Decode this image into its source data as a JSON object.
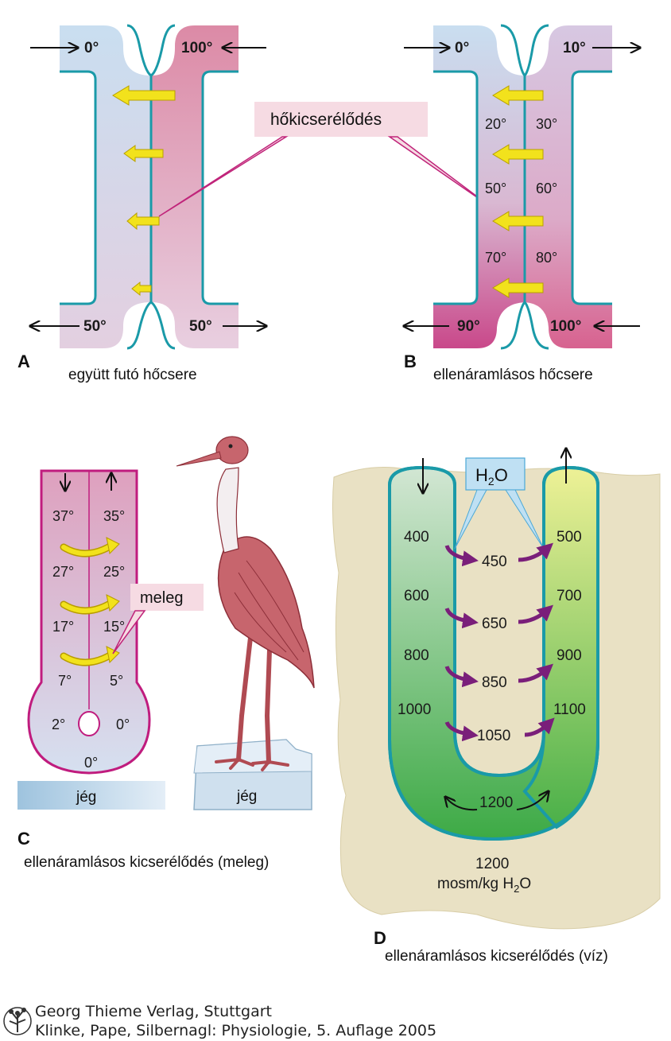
{
  "panel_a": {
    "letter": "A",
    "caption": "együtt futó hőcsere",
    "top_left": "0°",
    "top_right": "100°",
    "bottom_left": "50°",
    "bottom_right": "50°"
  },
  "panel_b": {
    "letter": "B",
    "caption": "ellenáramlásos  hőcsere",
    "top_left": "0°",
    "top_right": "10°",
    "rows": [
      {
        "left": "20°",
        "right": "30°"
      },
      {
        "left": "50°",
        "right": "60°"
      },
      {
        "left": "70°",
        "right": "80°"
      }
    ],
    "bottom_left": "90°",
    "bottom_right": "100°"
  },
  "exchange_label": "hőkicserélődés",
  "panel_c": {
    "letter": "C",
    "caption": "ellenáramlásos kicserélődés (meleg)",
    "rows": [
      {
        "left": "37°",
        "right": "35°"
      },
      {
        "left": "27°",
        "right": "25°"
      },
      {
        "left": "17°",
        "right": "15°"
      },
      {
        "left": "7°",
        "right": "5°"
      },
      {
        "left": "2°",
        "right": "0°"
      }
    ],
    "bottom": "0°",
    "warm_label": "meleg",
    "ice_label": "jég",
    "bird_ice_label": "jég"
  },
  "panel_d": {
    "letter": "D",
    "caption": "ellenáramlásos kicserélődés (víz)",
    "water_label_main": "H",
    "water_label_sub": "2",
    "water_label_end": "O",
    "left_values": [
      "400",
      "600",
      "800",
      "1000"
    ],
    "middle_values": [
      "450",
      "650",
      "850",
      "1050"
    ],
    "right_values": [
      "500",
      "700",
      "900",
      "1100"
    ],
    "bottom_value": "1200",
    "outside_value": "1200",
    "outside_unit_main": "mosm/kg H",
    "outside_unit_sub": "2",
    "outside_unit_end": "O"
  },
  "footer": {
    "line1": "Georg Thieme Verlag, Stuttgart",
    "line2": "Klinke, Pape, Silbernagl: Physiologie, 5. Auflage 2005"
  }
}
